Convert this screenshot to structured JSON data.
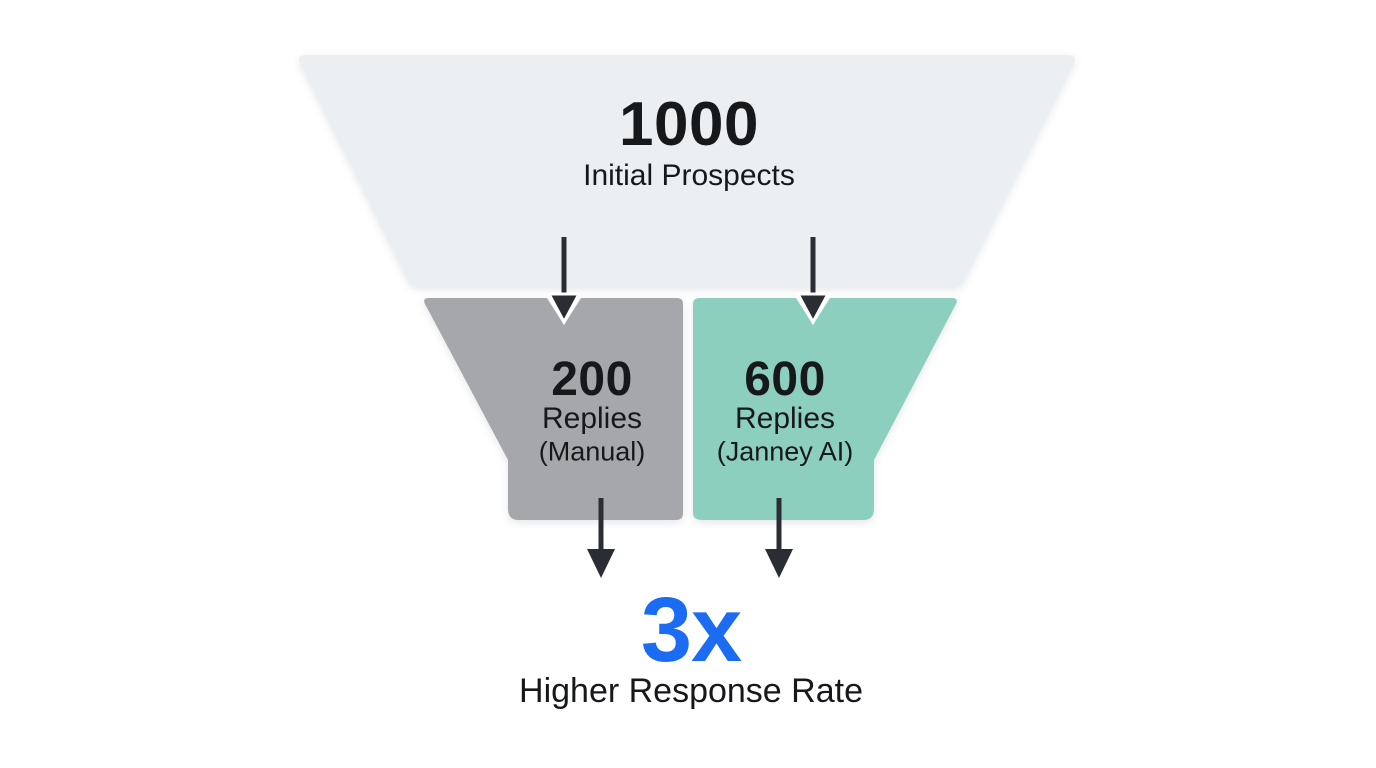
{
  "diagram": {
    "name": "outreach-funnel-comparison",
    "top_stage": {
      "value": "1000",
      "label": "Initial Prospects"
    },
    "manual_stage": {
      "value": "200",
      "label_line1": "Replies",
      "label_line2": "(Manual)"
    },
    "ai_stage": {
      "value": "600",
      "label_line1": "Replies",
      "label_line2": "(Janney AI)"
    },
    "result": {
      "multiplier": "3x",
      "caption": "Higher Response Rate"
    }
  },
  "colors": {
    "background": "#FFFFFF",
    "stage_top_fill": "#ECEFF2",
    "stage_manual_fill": "#A6A7AA",
    "stage_ai_fill": "#8CCFBF",
    "arrow": "#2A2E34",
    "text": "#17181A",
    "accent_blue": "#1B6CF2"
  }
}
